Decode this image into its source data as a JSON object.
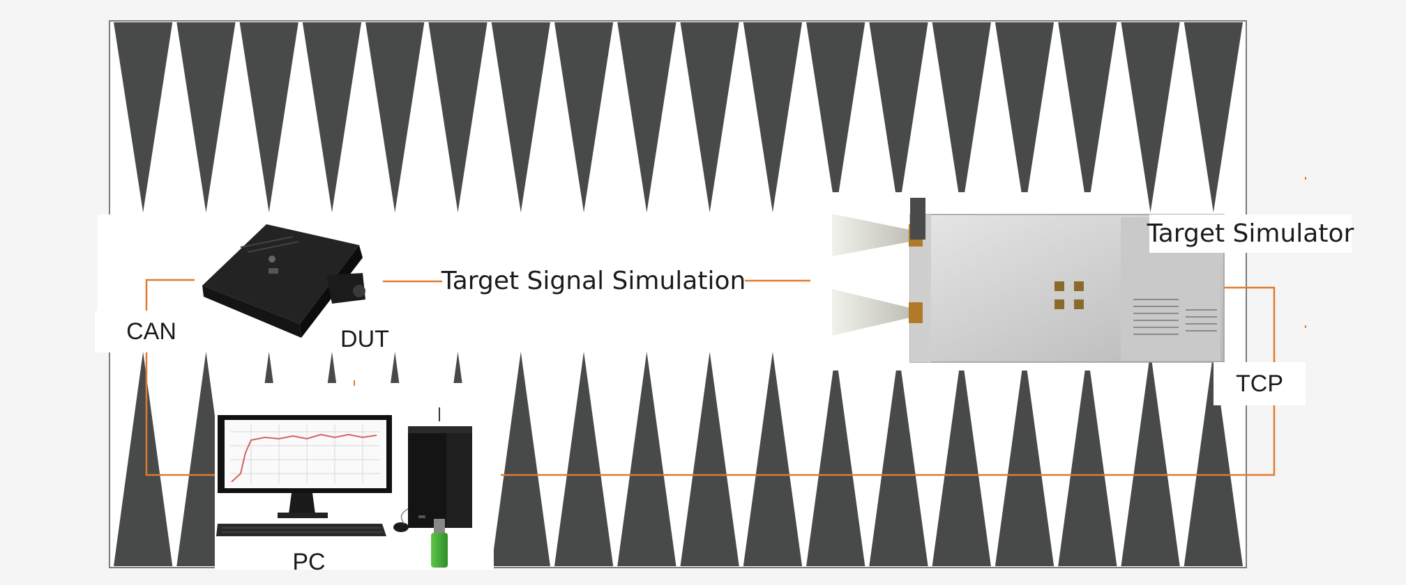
{
  "labels": {
    "can": "CAN",
    "dut": "DUT",
    "target_signal_simulation": "Target Signal Simulation",
    "target_simulator": "Target Simulator",
    "tcp": "TCP",
    "pc": "PC"
  },
  "colors": {
    "chamber_absorber": "#474a49",
    "connection_line": "#e07a2e",
    "chamber_border": "#7a7a7a",
    "background": "#f5f5f5"
  },
  "components": {
    "dut": "radar-sensor-module",
    "target_simulator": "rf-target-simulator-with-horn-antennas",
    "pc": "desktop-computer-with-monitor"
  }
}
